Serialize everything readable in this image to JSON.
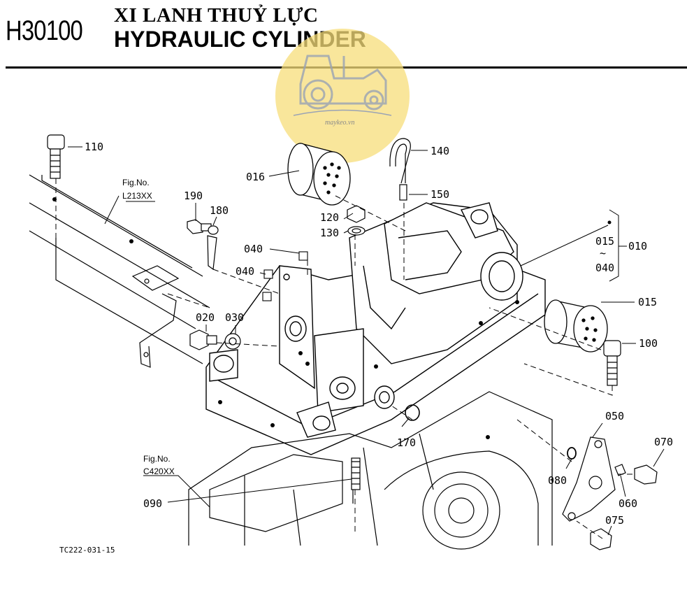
{
  "header": {
    "code": "H30100",
    "title_vn": "XI LANH THUỶ LỰC",
    "title_en": "HYDRAULIC CYLINDER"
  },
  "watermark": {
    "text": "maykeo.vn",
    "color": "#f7dd7a"
  },
  "references": {
    "ref1_prefix": "Fig.No.",
    "ref1_code": "L213XX",
    "ref2_prefix": "Fig.No.",
    "ref2_code": "C420XX"
  },
  "parts": {
    "p110": "110",
    "p016": "016",
    "p140": "140",
    "p150": "150",
    "p190": "190",
    "p180": "180",
    "p120": "120",
    "p130": "130",
    "p040a": "040",
    "p040b": "040",
    "p015a": "015",
    "p010": "010",
    "p040c": "040",
    "p015b": "015",
    "p020": "020",
    "p030": "030",
    "p100": "100",
    "p050": "050",
    "p070": "070",
    "p170": "170",
    "p080": "080",
    "p060": "060",
    "p090": "090",
    "p075": "075",
    "tilde": "~"
  },
  "footer": {
    "code": "TC222-031-15"
  }
}
